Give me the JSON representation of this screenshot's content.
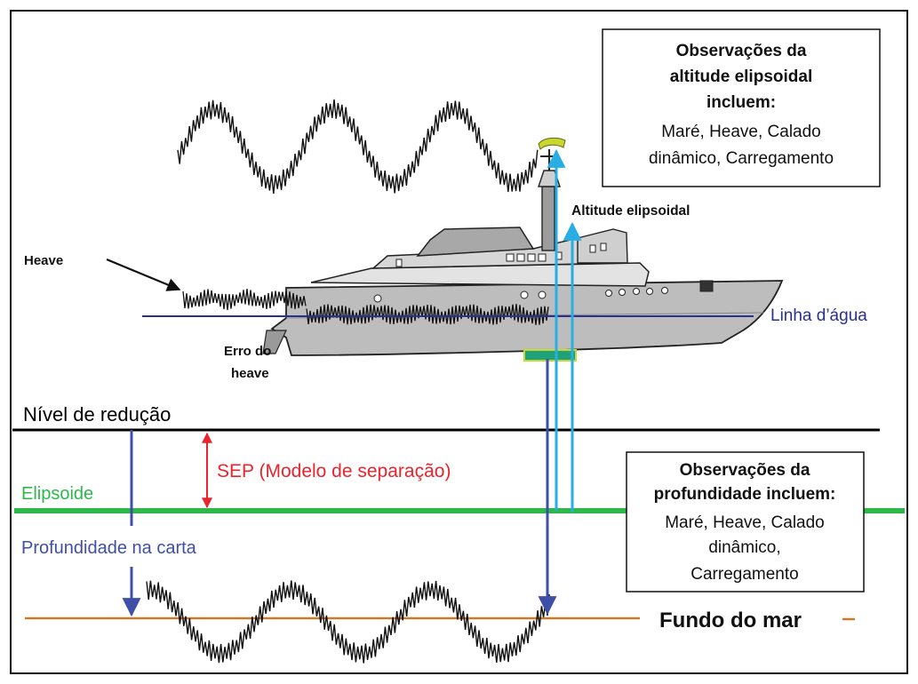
{
  "diagram": {
    "box_top": {
      "bold_lines": [
        "Observações da",
        "altitude elipsoidal",
        "incluem:"
      ],
      "normal_lines": [
        "Maré, Heave, Calado",
        "dinâmico, Carregamento"
      ]
    },
    "box_bottom": {
      "bold_lines": [
        "Observações da",
        "profundidade incluem:"
      ],
      "normal_lines": [
        "Maré, Heave, Calado",
        "dinâmico,",
        "Carregamento"
      ]
    },
    "labels": {
      "altitude": "Altitude elipsoidal",
      "heave": "Heave",
      "heave_error_1": "Erro do",
      "heave_error_2": "heave",
      "waterline": "Linha d’água",
      "chart_datum": "Nível de redução",
      "sep": "SEP (Modelo de separação)",
      "ellipsoid": "Elipsoide",
      "chart_depth": "Profundidade na carta",
      "seabed": "Fundo do mar"
    },
    "colors": {
      "waterline": "#2b2f8f",
      "datum": "#000000",
      "ellipsoid": "#2db84a",
      "sep": "#e8242c",
      "depth": "#3f4fa8",
      "altitude": "#29aee3",
      "seabed": "#c97a2b",
      "transducer": "#1fa27a",
      "antenna": "#c9d62f"
    }
  }
}
